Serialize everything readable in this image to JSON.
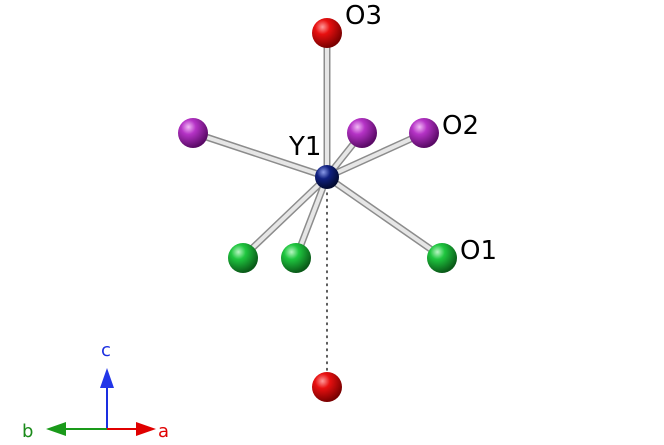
{
  "atom_labels": {
    "center": "Y1",
    "o1": "O1",
    "o2": "O2",
    "o3": "O3"
  },
  "axes": {
    "a": "a",
    "b": "b",
    "c": "c"
  },
  "colors": {
    "yttrium": "#0a1a6e",
    "oxygen_red": "#dd0000",
    "magenta": "#b02ec0",
    "green": "#18c03a",
    "bond": "#d8d8d8",
    "axis_a": "#e00000",
    "axis_b": "#1a9a1a",
    "axis_c": "#1a2ee0"
  }
}
